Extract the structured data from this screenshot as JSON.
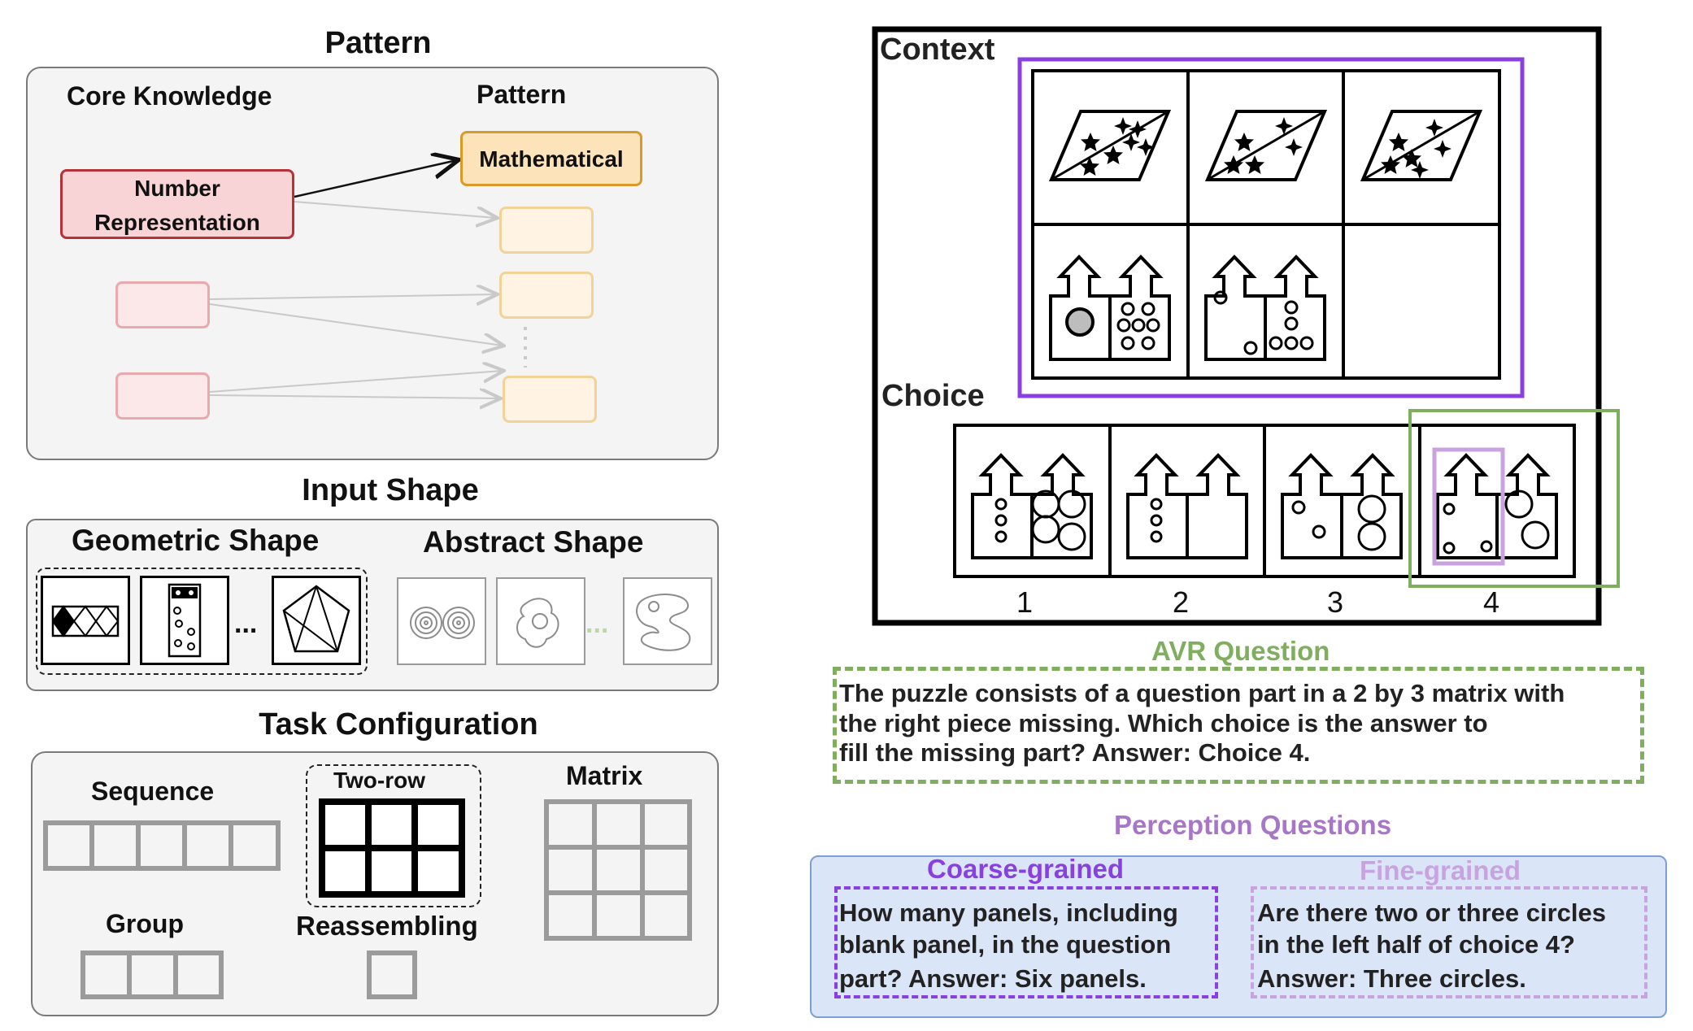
{
  "left": {
    "pattern_section": {
      "title": "Pattern",
      "core_knowledge_label": "Core Knowledge",
      "pattern_label": "Pattern",
      "knowledge_box_line1": "Number",
      "knowledge_box_line2": "Representation",
      "pattern_box": "Mathematical"
    },
    "input_shape_section": {
      "title": "Input Shape",
      "geometric_label": "Geometric Shape",
      "abstract_label": "Abstract Shape",
      "ellipsis": "..."
    },
    "task_section": {
      "title": "Task Configuration",
      "sequence": "Sequence",
      "two_row": "Two-row",
      "matrix": "Matrix",
      "group": "Group",
      "reassembling": "Reassembling"
    }
  },
  "right": {
    "context_label": "Context",
    "choice_label": "Choice",
    "choice_numbers": [
      "1",
      "2",
      "3",
      "4"
    ],
    "avr": {
      "title": "AVR Question",
      "line1": "The puzzle consists of a question part in a 2 by 3 matrix with",
      "line2": "the right piece missing. Which choice is the answer to",
      "line3": "fill the missing part? Answer: Choice 4."
    },
    "perception": {
      "title": "Perception Questions",
      "coarse_title": "Coarse-grained",
      "coarse_line1": "How many panels, including",
      "coarse_line2": "blank panel, in the question",
      "coarse_line3": "part? Answer: Six panels.",
      "fine_title": "Fine-grained",
      "fine_line1": "Are there two or three circles",
      "fine_line2": "in the left half of choice 4?",
      "fine_line3": "Answer: Three circles."
    }
  },
  "colors": {
    "avr_green": "#7fae5e",
    "context_purple": "#8a3fe0",
    "coarse_purple": "#8a3fe0",
    "fine_purple": "#c9a3e0",
    "perception_bg": "#dbe5f8",
    "knowledge_red": "#b5323b",
    "pattern_orange": "#d99a2b"
  }
}
